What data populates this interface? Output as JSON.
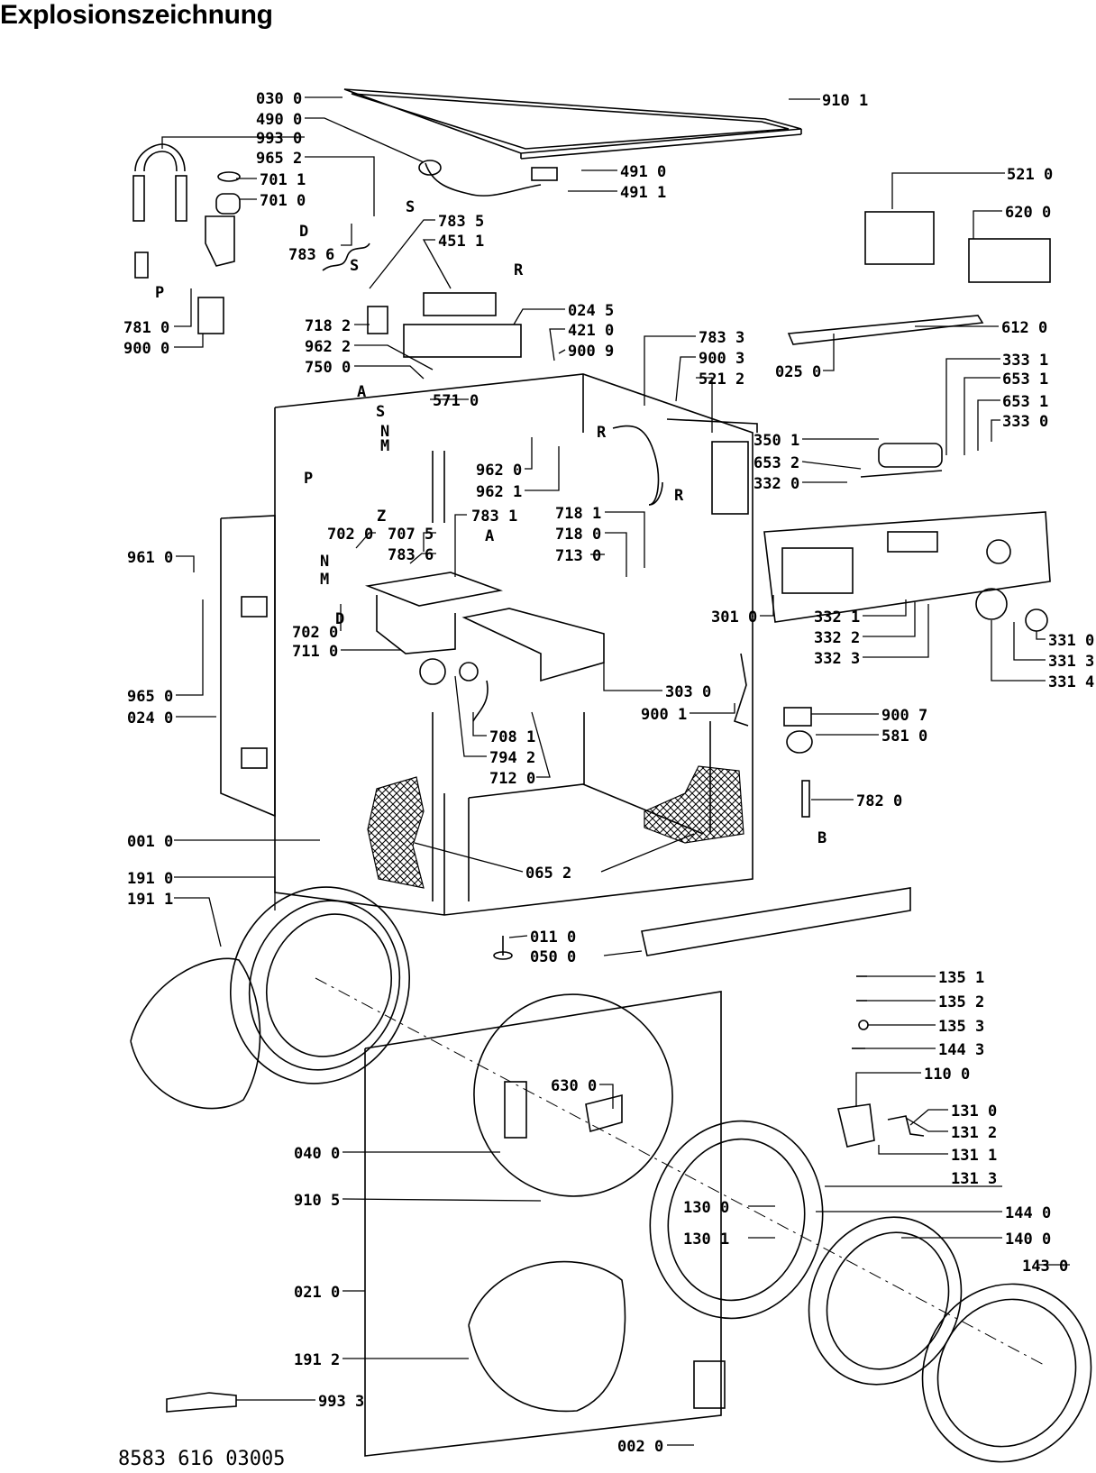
{
  "title": "Explosionszeichnung",
  "footer": "8583 616 03005",
  "labels": [
    {
      "t": "030 0",
      "id": "L0300"
    },
    {
      "t": "490 0",
      "id": "L4900"
    },
    {
      "t": "993 0",
      "id": "L9930"
    },
    {
      "t": "965 2",
      "id": "L9652"
    },
    {
      "t": "701 1",
      "id": "L7011"
    },
    {
      "t": "701 0",
      "id": "L7010"
    },
    {
      "t": "783 5",
      "id": "L7835"
    },
    {
      "t": "451 1",
      "id": "L4511"
    },
    {
      "t": "783 6",
      "id": "L7836a"
    },
    {
      "t": "781 0",
      "id": "L7810"
    },
    {
      "t": "900 0",
      "id": "L9000"
    },
    {
      "t": "718 2",
      "id": "L7182"
    },
    {
      "t": "962 2",
      "id": "L9622"
    },
    {
      "t": "750 0",
      "id": "L7500"
    },
    {
      "t": "024 5",
      "id": "L0245"
    },
    {
      "t": "421 0",
      "id": "L4210"
    },
    {
      "t": "900 9",
      "id": "L9009"
    },
    {
      "t": "571 0",
      "id": "L5710"
    },
    {
      "t": "783 3",
      "id": "L7833"
    },
    {
      "t": "900 3",
      "id": "L9003"
    },
    {
      "t": "521 2",
      "id": "L5212"
    },
    {
      "t": "910 1",
      "id": "L9101"
    },
    {
      "t": "491 0",
      "id": "L4910"
    },
    {
      "t": "491 1",
      "id": "L4911"
    },
    {
      "t": "521 0",
      "id": "L5210"
    },
    {
      "t": "620 0",
      "id": "L6200"
    },
    {
      "t": "612 0",
      "id": "L6120"
    },
    {
      "t": "025 0",
      "id": "L0250"
    },
    {
      "t": "333 1",
      "id": "L3331"
    },
    {
      "t": "653 1",
      "id": "L6531a"
    },
    {
      "t": "653 1",
      "id": "L6531b"
    },
    {
      "t": "333 0",
      "id": "L3330"
    },
    {
      "t": "350 1",
      "id": "L3501"
    },
    {
      "t": "653 2",
      "id": "L6532"
    },
    {
      "t": "332 0",
      "id": "L3320"
    },
    {
      "t": "962 0",
      "id": "L9620"
    },
    {
      "t": "962 1",
      "id": "L9621"
    },
    {
      "t": "783 1",
      "id": "L7831"
    },
    {
      "t": "718 1",
      "id": "L7181"
    },
    {
      "t": "718 0",
      "id": "L7180"
    },
    {
      "t": "713 0",
      "id": "L7130"
    },
    {
      "t": "961 0",
      "id": "L9610"
    },
    {
      "t": "702 0",
      "id": "L7020a"
    },
    {
      "t": "707 5",
      "id": "L7075"
    },
    {
      "t": "783 6",
      "id": "L7836b"
    },
    {
      "t": "702 0",
      "id": "L7020b"
    },
    {
      "t": "711 0",
      "id": "L7110"
    },
    {
      "t": "301 0",
      "id": "L3010"
    },
    {
      "t": "332 1",
      "id": "L3321"
    },
    {
      "t": "332 2",
      "id": "L3322"
    },
    {
      "t": "332 3",
      "id": "L3323"
    },
    {
      "t": "331 0",
      "id": "L3310"
    },
    {
      "t": "331 3",
      "id": "L3313"
    },
    {
      "t": "331 4",
      "id": "L3314"
    },
    {
      "t": "965 0",
      "id": "L9650"
    },
    {
      "t": "024 0",
      "id": "L0240"
    },
    {
      "t": "303 0",
      "id": "L3030"
    },
    {
      "t": "900 1",
      "id": "L9001"
    },
    {
      "t": "900 7",
      "id": "L9007"
    },
    {
      "t": "581 0",
      "id": "L5810"
    },
    {
      "t": "708 1",
      "id": "L7081"
    },
    {
      "t": "794 2",
      "id": "L7942"
    },
    {
      "t": "712 0",
      "id": "L7120"
    },
    {
      "t": "782 0",
      "id": "L7820"
    },
    {
      "t": "001 0",
      "id": "L0010"
    },
    {
      "t": "065 2",
      "id": "L0652"
    },
    {
      "t": "191 0",
      "id": "L1910"
    },
    {
      "t": "191 1",
      "id": "L1911"
    },
    {
      "t": "011 0",
      "id": "L0110"
    },
    {
      "t": "050 0",
      "id": "L0500"
    },
    {
      "t": "135 1",
      "id": "L1351"
    },
    {
      "t": "135 2",
      "id": "L1352"
    },
    {
      "t": "135 3",
      "id": "L1353"
    },
    {
      "t": "144 3",
      "id": "L1443"
    },
    {
      "t": "110 0",
      "id": "L1100"
    },
    {
      "t": "630 0",
      "id": "L6300"
    },
    {
      "t": "040 0",
      "id": "L0400"
    },
    {
      "t": "131 0",
      "id": "L1310"
    },
    {
      "t": "131 2",
      "id": "L1312"
    },
    {
      "t": "131 1",
      "id": "L1311"
    },
    {
      "t": "910 5",
      "id": "L9105"
    },
    {
      "t": "131 3",
      "id": "L1313"
    },
    {
      "t": "130 0",
      "id": "L1300"
    },
    {
      "t": "144 0",
      "id": "L1440"
    },
    {
      "t": "130 1",
      "id": "L1301"
    },
    {
      "t": "140 0",
      "id": "L1400"
    },
    {
      "t": "021 0",
      "id": "L0210"
    },
    {
      "t": "143 0",
      "id": "L1430"
    },
    {
      "t": "191 2",
      "id": "L1912"
    },
    {
      "t": "993 3",
      "id": "L9933"
    },
    {
      "t": "002 0",
      "id": "L0020"
    }
  ],
  "letters": [
    {
      "t": "S",
      "id": "S1"
    },
    {
      "t": "D",
      "id": "D1"
    },
    {
      "t": "S",
      "id": "S2"
    },
    {
      "t": "R",
      "id": "R1"
    },
    {
      "t": "P",
      "id": "P1"
    },
    {
      "t": "A",
      "id": "A1"
    },
    {
      "t": "S",
      "id": "S3"
    },
    {
      "t": "N",
      "id": "N1"
    },
    {
      "t": "M",
      "id": "M1"
    },
    {
      "t": "P",
      "id": "P2"
    },
    {
      "t": "Z",
      "id": "Z1"
    },
    {
      "t": "R",
      "id": "R2"
    },
    {
      "t": "R",
      "id": "R3"
    },
    {
      "t": "A",
      "id": "A2"
    },
    {
      "t": "N",
      "id": "N2"
    },
    {
      "t": "M",
      "id": "M2"
    },
    {
      "t": "D",
      "id": "D2"
    },
    {
      "t": "B",
      "id": "B1"
    }
  ]
}
